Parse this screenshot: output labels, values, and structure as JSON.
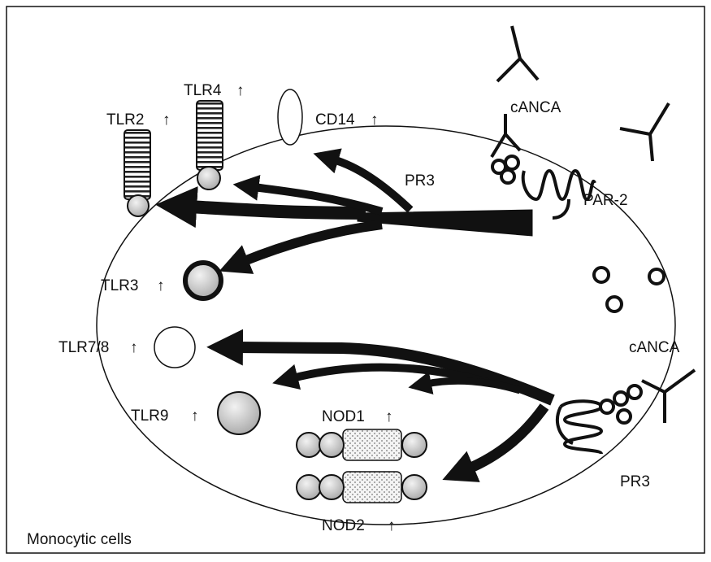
{
  "figure": {
    "cell_label": "Monocytic cells",
    "receptors": {
      "tlr2": "TLR2",
      "tlr4": "TLR4",
      "cd14": "CD14",
      "tlr3": "TLR3",
      "tlr78": "TLR7/8",
      "tlr9": "TLR9",
      "nod1": "NOD1",
      "nod2": "NOD2"
    },
    "upregulated_marker": "↑",
    "agents": {
      "pr3_top": "PR3",
      "par2": "PAR-2",
      "canca_top": "cANCA",
      "canca_right": "cANCA",
      "pr3_bottom": "PR3"
    },
    "colors": {
      "ink": "#111111",
      "background": "#ffffff",
      "stripe_fill": "#d8d8d8",
      "dot_fill": "#cfcfcf"
    }
  }
}
